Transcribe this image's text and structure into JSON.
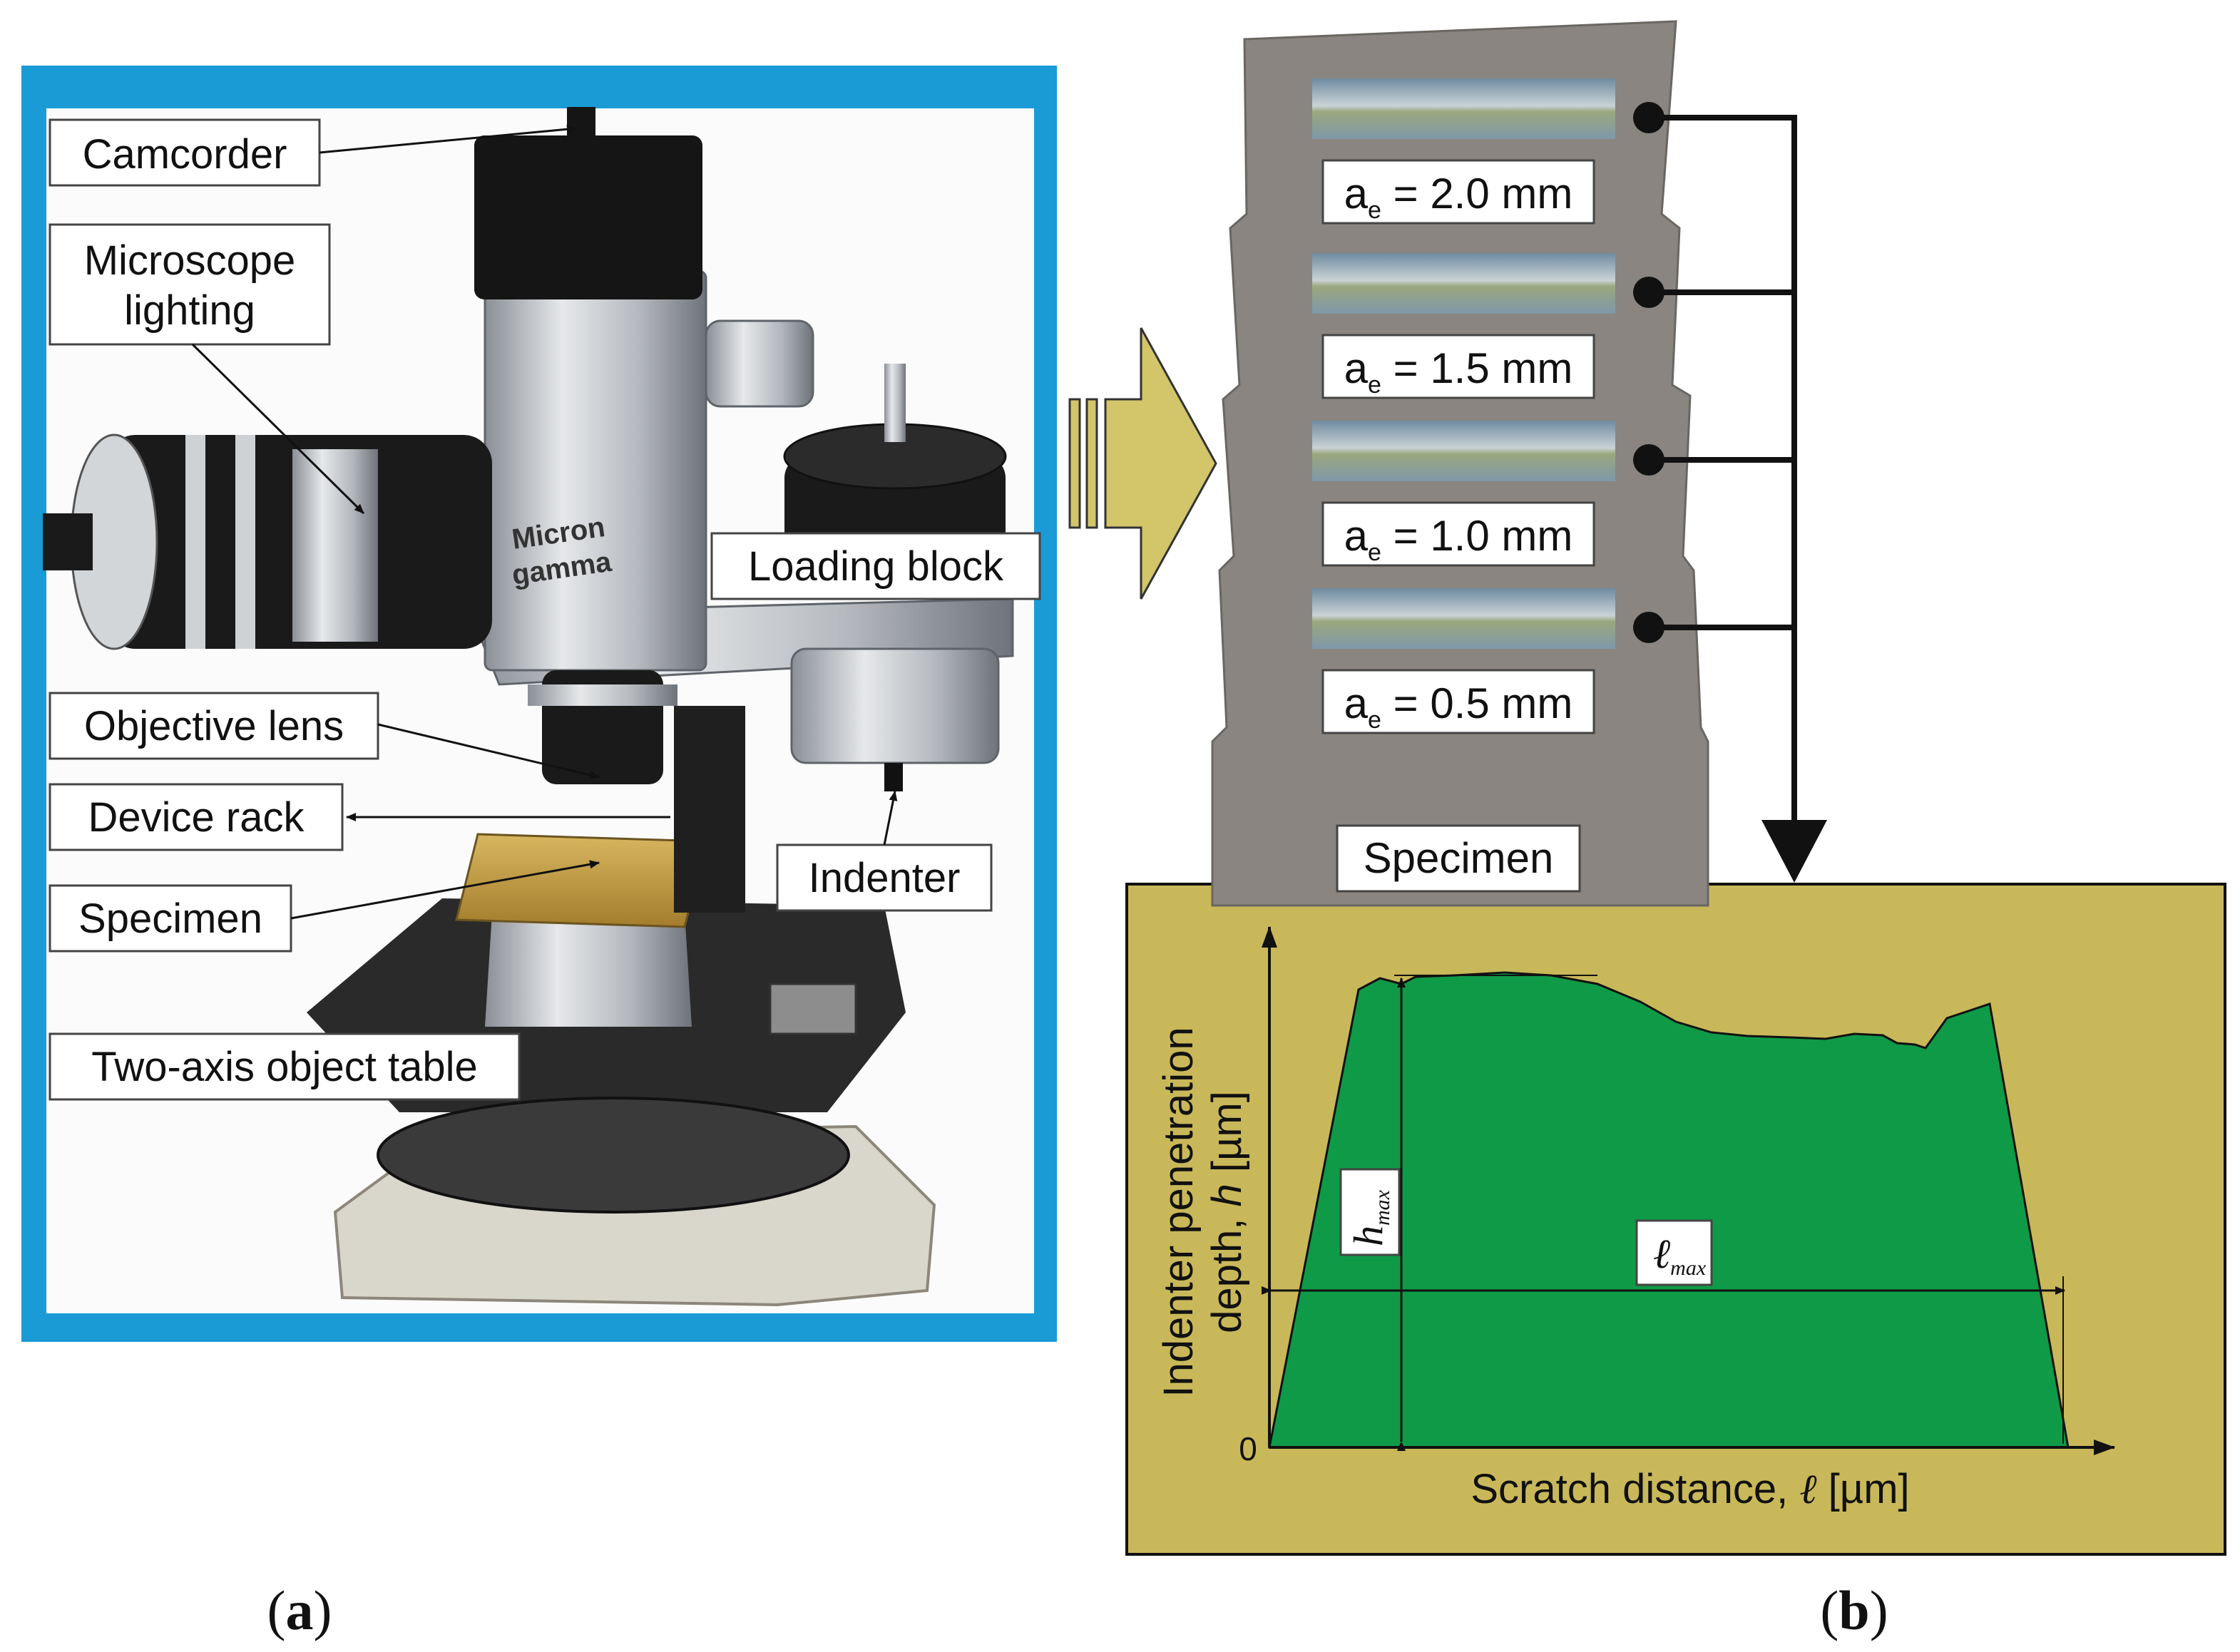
{
  "panel_a": {
    "labels": {
      "camcorder": "Camcorder",
      "microscope_lighting_1": "Microscope",
      "microscope_lighting_2": "lighting",
      "loading_block": "Loading block",
      "objective_lens": "Objective lens",
      "device_rack": "Device rack",
      "indenter": "Indenter",
      "specimen": "Specimen",
      "object_table": "Two-axis object table"
    },
    "caption": {
      "open": "(",
      "letter": "a",
      "close": ")"
    }
  },
  "panel_b": {
    "scratches": [
      {
        "symbol": "a",
        "sub": "e",
        "value": " = 2.0 mm"
      },
      {
        "symbol": "a",
        "sub": "e",
        "value": " = 1.5 mm"
      },
      {
        "symbol": "a",
        "sub": "e",
        "value": " = 1.0 mm"
      },
      {
        "symbol": "a",
        "sub": "e",
        "value": " = 0.5 mm"
      }
    ],
    "specimen_label": "Specimen",
    "profile": {
      "y_axis_line1": "Indenter penetration",
      "y_axis_line2_pre": "depth, ",
      "y_axis_line2_var": "h",
      "y_axis_line2_post": " [µm]",
      "x_axis_pre": "Scratch distance, ",
      "x_axis_var": "ℓ",
      "x_axis_post": " [µm]",
      "origin": "0",
      "hmax_main": "h",
      "hmax_sub": "max",
      "lmax_main": "ℓ",
      "lmax_sub": "max"
    },
    "caption": {
      "open": "(",
      "letter": "b",
      "close": ")"
    }
  },
  "colors": {
    "frame_blue": "#1a9bd6",
    "profile_bg": "#c9b85a",
    "profile_fill": "#0f9a48",
    "block_gray": "#8a8580",
    "arrow_fill": "#d2c56a"
  }
}
